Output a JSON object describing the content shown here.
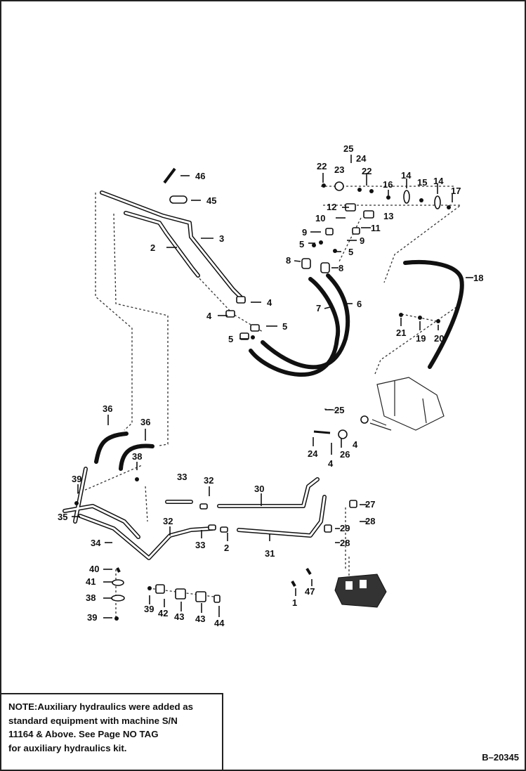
{
  "note": {
    "lines": [
      "NOTE:Auxiliary hydraulics were added as",
      "standard equipment with machine S/N",
      "11164 & Above. See Page NO TAG",
      "for auxiliary hydraulics kit."
    ]
  },
  "drawing_number": "B–20345",
  "callouts": [
    "46",
    "45",
    "3",
    "2",
    "4",
    "4",
    "5",
    "5",
    "25",
    "24",
    "23",
    "22",
    "22",
    "16",
    "14",
    "15",
    "14",
    "17",
    "12",
    "13",
    "10",
    "11",
    "9",
    "9",
    "5",
    "5",
    "8",
    "8",
    "7",
    "6",
    "18",
    "21",
    "19",
    "20",
    "25",
    "24",
    "4",
    "4",
    "26",
    "36",
    "36",
    "38",
    "39",
    "35",
    "34",
    "33",
    "32",
    "30",
    "32",
    "33",
    "2",
    "31",
    "27",
    "28",
    "29",
    "28",
    "40",
    "41",
    "38",
    "39",
    "39",
    "42",
    "43",
    "43",
    "44",
    "47",
    "1"
  ]
}
